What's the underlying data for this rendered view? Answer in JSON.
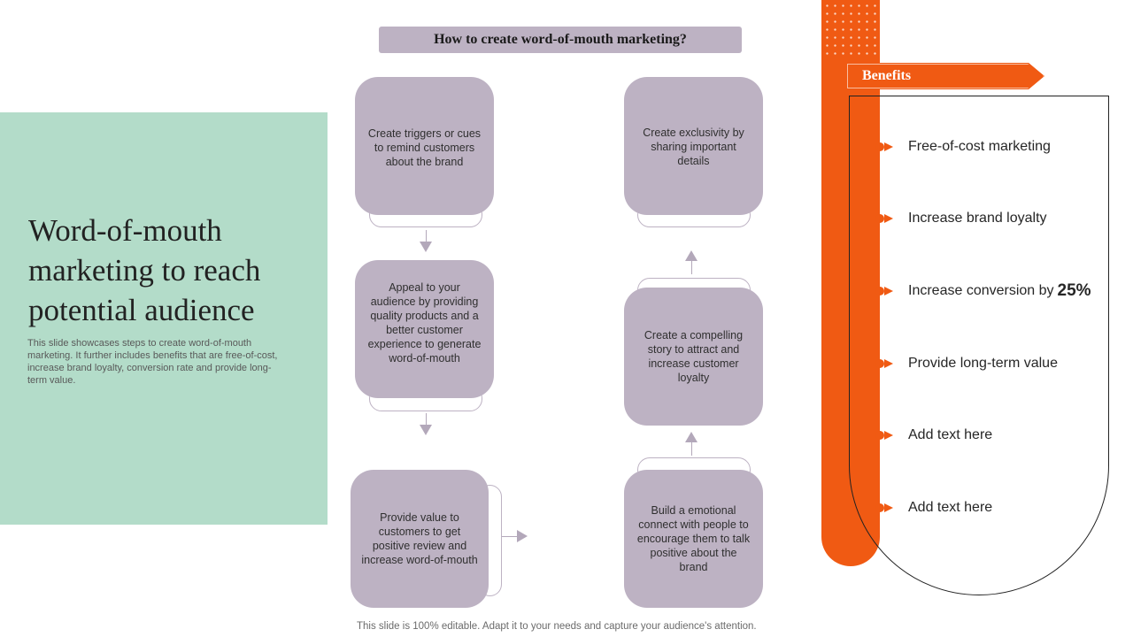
{
  "slide": {
    "title": "Word-of-mouth marketing to reach potential audience",
    "description": "This slide showcases steps to create word-of-mouth marketing. It further includes benefits that are free-of-cost, increase brand loyalty, conversion rate and provide long-term value."
  },
  "flow": {
    "header": "How to create word-of-mouth marketing?",
    "steps": [
      "Create triggers or cues to remind customers about the brand",
      "Appeal to your audience by providing quality products and a better customer experience to generate word-of-mouth",
      "Provide value to customers to get positive review and increase word-of-mouth",
      "Build a emotional connect with people to encourage them to talk positive about the brand",
      "Create a compelling story to attract and increase customer loyalty",
      "Create exclusivity by sharing important details"
    ]
  },
  "benefits": {
    "label": "Benefits",
    "items": [
      {
        "text": "Free-of-cost marketing"
      },
      {
        "text": "Increase brand loyalty"
      },
      {
        "text": "Increase conversion by",
        "highlight": "25%"
      },
      {
        "text": "Provide long-term value"
      },
      {
        "text": "Add text here"
      },
      {
        "text": "Add text here"
      }
    ]
  },
  "footer": "This slide is 100% editable. Adapt it to your needs and capture your audience's attention.",
  "colors": {
    "accent": "#f05a13",
    "panel_green": "#b3dcc9",
    "card_purple": "#bdb2c3"
  }
}
